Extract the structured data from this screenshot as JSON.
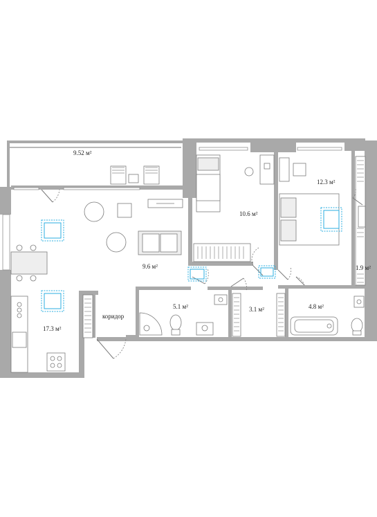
{
  "plan": {
    "rooms": [
      {
        "id": "balcony",
        "area_label": "9.52 м²"
      },
      {
        "id": "kitchen-living",
        "area_label": "17.3 м²"
      },
      {
        "id": "living",
        "area_label": "9.6 м²"
      },
      {
        "id": "bedroom-1",
        "area_label": "10.6 м²"
      },
      {
        "id": "bedroom-2",
        "area_label": "12.3 м²"
      },
      {
        "id": "corridor",
        "area_label": "коридор"
      },
      {
        "id": "bath-1",
        "area_label": "5.1 м²"
      },
      {
        "id": "wardrobe",
        "area_label": "3.1 м²"
      },
      {
        "id": "bath-2",
        "area_label": "4.8 м²"
      },
      {
        "id": "closet",
        "area_label": "1.9 м²"
      }
    ],
    "colors": {
      "wall": "#a9a9a9",
      "line": "#7a7a7a",
      "light_marker": "#29aee0"
    }
  }
}
